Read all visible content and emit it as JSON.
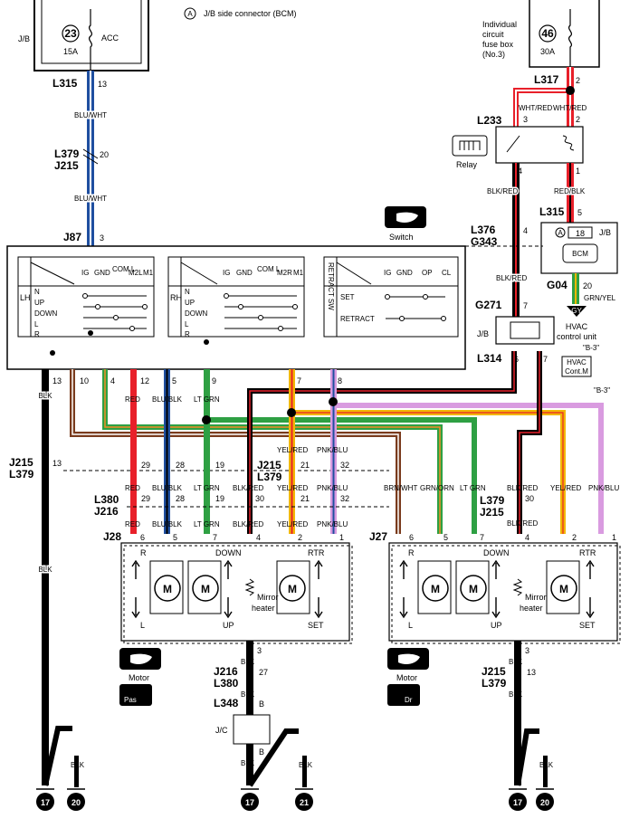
{
  "header": {
    "connector_note": "J/B side connector (BCM)",
    "connector_mark": "A"
  },
  "fuses": {
    "left": {
      "box": "J/B",
      "number": "23",
      "rating": "15A",
      "name": "ACC",
      "conn": "L315",
      "pin": "13"
    },
    "right": {
      "box": "Individual circuit fuse box (No.3)",
      "box_lines": [
        "Individual",
        "circuit",
        "fuse box",
        "(No.3)"
      ],
      "number": "46",
      "rating": "30A",
      "conn": "L317",
      "pin": "2"
    }
  },
  "wire_colors": {
    "BLK": "#000000",
    "RED": "#e8202a",
    "BLU": "#1f4fa0",
    "WHT": "#ffffff",
    "GRN": "#2ea043",
    "YEL": "#f2b705",
    "PNK": "#d99be0",
    "BRN": "#7a3b1d",
    "GRAY": "#888888"
  },
  "labels": {
    "blu_wht": "BLU/WHT",
    "wht_red": "WHT/RED",
    "blk_red": "BLK/RED",
    "red_blk": "RED/BLK",
    "grn_yel": "GRN/YEL",
    "blk": "BLK",
    "red": "RED",
    "blu_blk": "BLU/BLK",
    "lt_grn": "LT GRN",
    "yel_red": "YEL/RED",
    "pnk_blu": "PNK/BLU",
    "brn_wht": "BRN/WHT",
    "grn_orn": "GRN/ORN"
  },
  "connectors": {
    "l379_j215_top": [
      "L379",
      "J215"
    ],
    "l379_j215_pin": "20",
    "j87": "J87",
    "j87_pin": "3",
    "l233": "L233",
    "l233_pins": [
      "3",
      "2"
    ],
    "relay": "Relay",
    "relay_pins": [
      "4",
      "1"
    ],
    "l376_g343": [
      "L376",
      "G343"
    ],
    "l376_pin": "4",
    "l315b": "L315",
    "l315b_pin": "5",
    "jb_box": "J/B",
    "bcm_mark": "A",
    "bcm_pin": "18",
    "bcm": "BCM",
    "g04": "G04",
    "g04_pin": "20",
    "gy": "GY",
    "hvac": [
      "HVAC",
      "control unit"
    ],
    "ref_b3": "\"B-3\"",
    "hvac_cont": [
      "HVAC",
      "Cont.M"
    ],
    "g271": "G271",
    "g271_pin": "7",
    "jb_g271": "J/B",
    "l314": "L314",
    "l314_pins": [
      "6",
      "7"
    ],
    "switch": "Switch",
    "j215_l379_left": [
      "J215",
      "L379"
    ],
    "j215_l379_left_pin": "13",
    "j215_l379_mid": [
      "J215",
      "L379"
    ],
    "l380_j216": [
      "L380",
      "J216"
    ],
    "j28": "J28",
    "j27": "J27",
    "l379_j215_right": [
      "L379",
      "J215"
    ],
    "j216_l380_bot": [
      "J216",
      "L380"
    ],
    "j216_pin": "27",
    "j215_pin_r": "13",
    "l348": "L348",
    "l348_pin": "B",
    "jc": "J/C",
    "motor": "Motor",
    "mirror_heater": [
      "Mirror",
      "heater"
    ],
    "pas": "Pas",
    "dr": "Dr"
  },
  "switch_table": {
    "headers_lh": [
      "IG",
      "GND",
      "COM L",
      "M2L",
      "M1"
    ],
    "headers_rh": [
      "IG",
      "GND",
      "COM L",
      "M2R",
      "M1"
    ],
    "headers_ret": [
      "IG",
      "GND",
      "OP",
      "CL"
    ],
    "rows": [
      "N",
      "UP",
      "DOWN",
      "L",
      "R"
    ],
    "lh": "LH",
    "rh": "RH",
    "retract_sw": "RETRACT SW",
    "set": "SET",
    "retract": "RETRACT"
  },
  "switch_pins": [
    "13",
    "10",
    "4",
    "12",
    "5",
    "9",
    "7",
    "8"
  ],
  "mid_pins": {
    "row1": [
      "29",
      "28",
      "19",
      "21",
      "32"
    ],
    "row2": [
      "29",
      "28",
      "19",
      "30",
      "21",
      "32"
    ],
    "right_30": "30"
  },
  "motor_left": {
    "pins": [
      "6",
      "5",
      "7",
      "4",
      "2",
      "1"
    ],
    "r": "R",
    "l": "L",
    "down": "DOWN",
    "up": "UP",
    "rtr": "RTR",
    "set": "SET",
    "m": "M",
    "bottom_pin": "3"
  },
  "motor_right": {
    "pins": [
      "6",
      "5",
      "7",
      "4",
      "2",
      "1"
    ],
    "r": "R",
    "l": "L",
    "down": "DOWN",
    "up": "UP",
    "rtr": "RTR",
    "set": "SET",
    "m": "M",
    "bottom_pin": "3"
  },
  "grounds": [
    "17",
    "20",
    "17",
    "21",
    "17",
    "20"
  ]
}
